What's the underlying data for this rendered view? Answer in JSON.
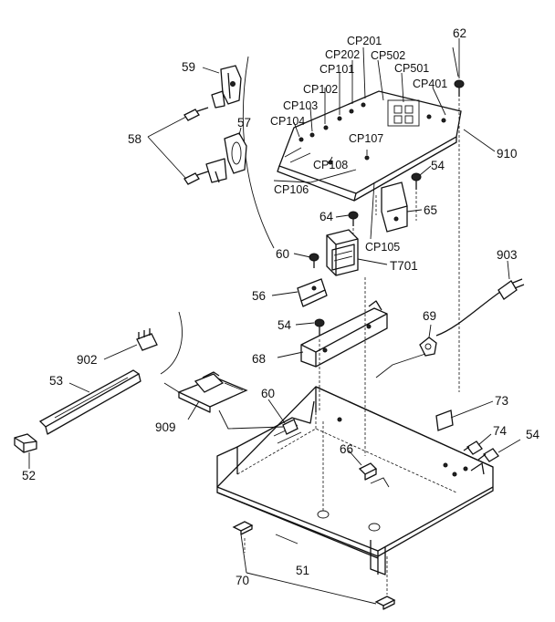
{
  "labels": {
    "l59": "59",
    "l58": "58",
    "l57": "57",
    "lcp201": "CP201",
    "lcp202": "CP202",
    "lcp502": "CP502",
    "lcp101": "CP101",
    "lcp501": "CP501",
    "lcp102": "CP102",
    "lcp401": "CP401",
    "lcp103": "CP103",
    "lcp104": "CP104",
    "lcp107": "CP107",
    "lcp108": "CP108",
    "lcp106": "CP106",
    "lcp105": "CP105",
    "l62": "62",
    "l910": "910",
    "l54a": "54",
    "l65": "65",
    "l64": "64",
    "l60a": "60",
    "lt701": "T701",
    "l903": "903",
    "l56": "56",
    "l54b": "54",
    "l69": "69",
    "l68": "68",
    "l902": "902",
    "l53": "53",
    "l60b": "60",
    "l909": "909",
    "l73": "73",
    "l74": "74",
    "l54c": "54",
    "l66": "66",
    "l52": "52",
    "l51": "51",
    "l70": "70"
  }
}
